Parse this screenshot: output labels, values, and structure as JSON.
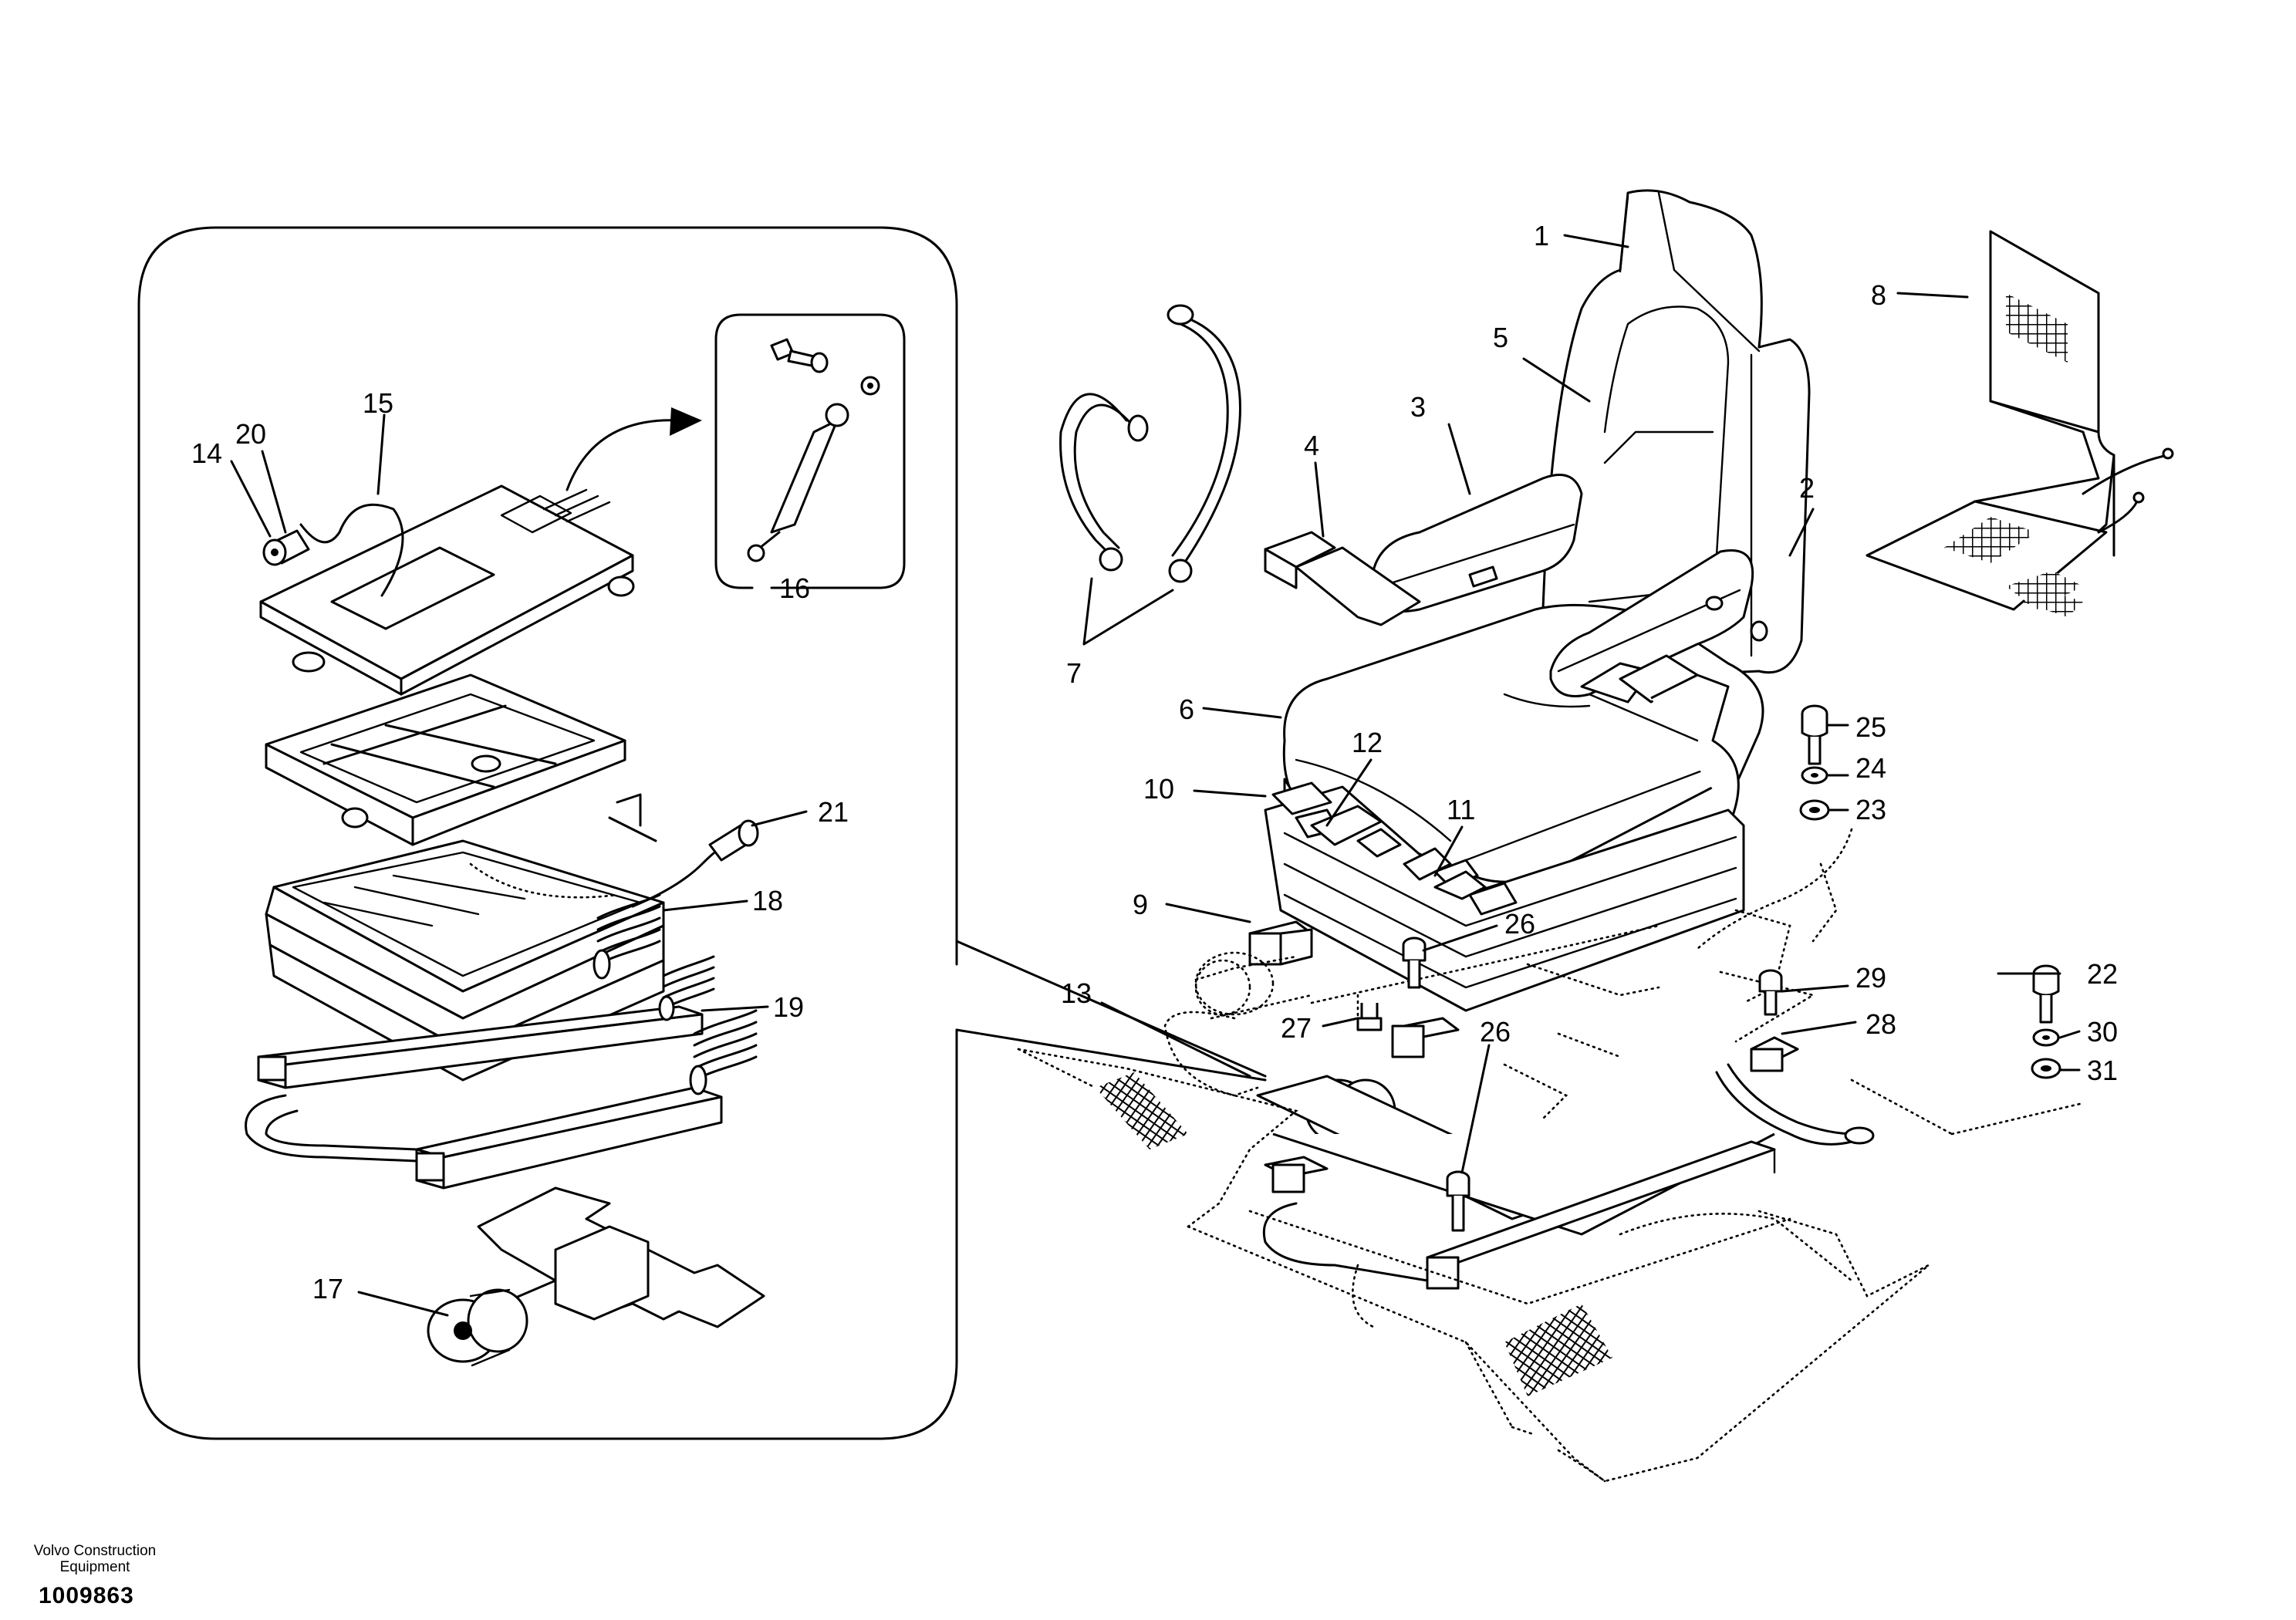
{
  "diagram": {
    "callouts": {
      "c1": "1",
      "c2": "2",
      "c3": "3",
      "c4": "4",
      "c5": "5",
      "c6": "6",
      "c7": "7",
      "c8": "8",
      "c9": "9",
      "c10": "10",
      "c11": "11",
      "c12": "12",
      "c13": "13",
      "c14": "14",
      "c15": "15",
      "c16": "16",
      "c17": "17",
      "c18": "18",
      "c19": "19",
      "c20": "20",
      "c21": "21",
      "c22": "22",
      "c23": "23",
      "c24": "24",
      "c25": "25",
      "c26a": "26",
      "c26b": "26",
      "c27": "27",
      "c28": "28",
      "c29": "29",
      "c30": "30",
      "c31": "31"
    }
  },
  "footer": {
    "company_line1": "Volvo Construction",
    "company_line2": "Equipment",
    "drawing_number": "1009863"
  }
}
